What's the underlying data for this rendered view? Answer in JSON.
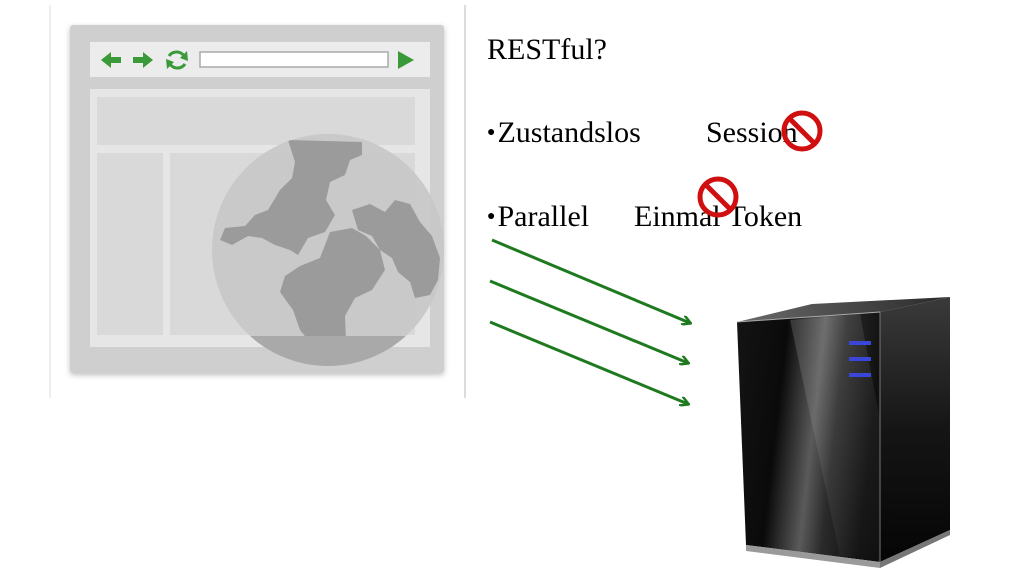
{
  "slide": {
    "title": "RESTful?",
    "bullet_symbol": "●",
    "bullets": [
      {
        "left": "Zustandslos",
        "right": "Session"
      },
      {
        "left": "Parallel",
        "right": "Einmal Token"
      }
    ]
  },
  "icons": {
    "browser": "web-browser-window-icon",
    "globe": "globe-icon",
    "back": "back-arrow-icon",
    "forward": "forward-arrow-icon",
    "reload": "reload-icon",
    "go": "go-arrow-icon",
    "prohibited": "prohibited-icon",
    "server": "server-tower-icon",
    "requests": "request-arrow-icon"
  },
  "colors": {
    "arrow_green": "#1f7a1f",
    "toolbar_green": "#3a9a3a",
    "prohibited_red": "#d01010",
    "server_led": "#3a46d8"
  }
}
